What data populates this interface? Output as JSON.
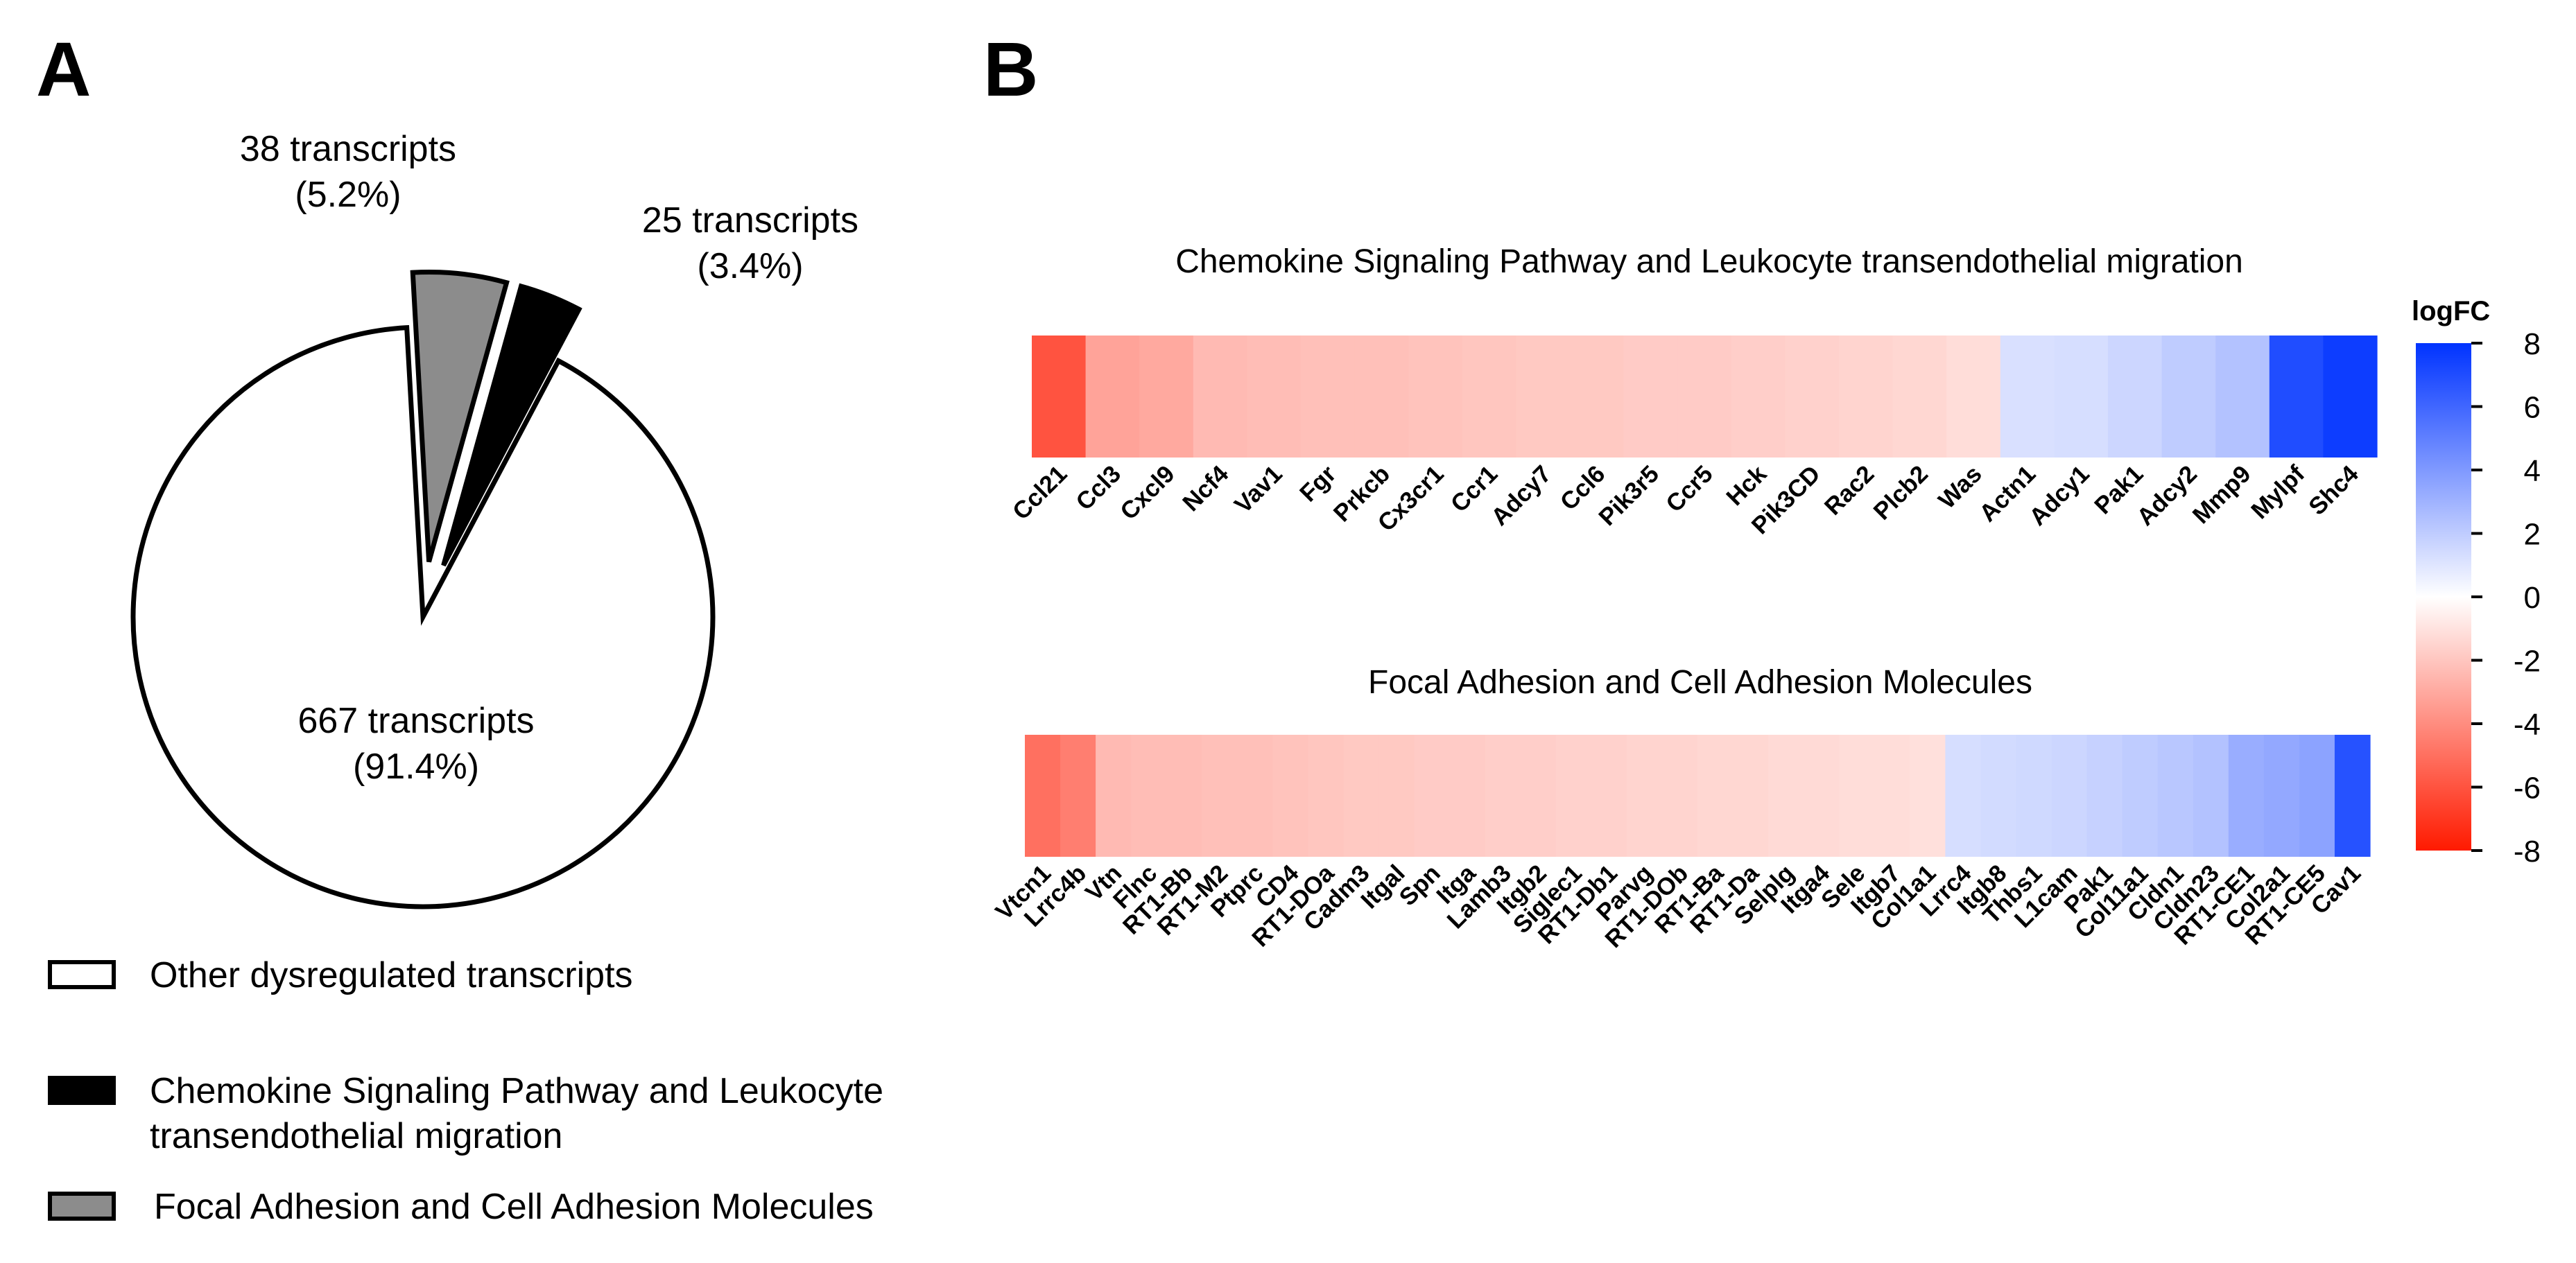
{
  "panel_a_letter": "A",
  "panel_b_letter": "B",
  "legend": {
    "items": [
      {
        "label": "Other dysregulated transcripts",
        "fill": "#ffffff"
      },
      {
        "label": "Chemokine Signaling Pathway and Leukocyte",
        "label2": "transendothelial migration",
        "fill": "#000000"
      },
      {
        "label": "Focal Adhesion and Cell Adhesion Molecules",
        "fill": "#8c8c8c"
      }
    ]
  },
  "chart_data": [
    {
      "type": "pie",
      "slices": [
        {
          "count": 667,
          "percent": 91.4,
          "fill": "#ffffff",
          "label_count": "667 transcripts",
          "label_pct": "(91.4%)"
        },
        {
          "count": 38,
          "percent": 5.2,
          "fill": "#8c8c8c",
          "label_count": "38 transcripts",
          "label_pct": "(5.2%)"
        },
        {
          "count": 25,
          "percent": 3.4,
          "fill": "#000000",
          "label_count": "25 transcripts",
          "label_pct": "(3.4%)"
        }
      ]
    },
    {
      "type": "heatmap",
      "title": "Chemokine Signaling Pathway and Leukocyte transendothelial migration",
      "categories": [
        "Ccl21",
        "Ccl3",
        "Cxcl9",
        "Ncf4",
        "Vav1",
        "Fgr",
        "Prkcb",
        "Cx3cr1",
        "Ccr1",
        "Adcy7",
        "Ccl6",
        "Pik3r5",
        "Ccr5",
        "Hck",
        "Pik3CD",
        "Rac2",
        "Plcb2",
        "Was",
        "Actn1",
        "Adcy1",
        "Pak1",
        "Adcy2",
        "Mmp9",
        "Mylpf",
        "Shc4"
      ],
      "values": [
        -6.0,
        -3.2,
        -3.0,
        -2.4,
        -2.3,
        -2.2,
        -2.2,
        -2.1,
        -2.0,
        -1.9,
        -1.9,
        -1.8,
        -1.8,
        -1.7,
        -1.6,
        -1.5,
        -1.4,
        -1.2,
        1.2,
        1.3,
        1.6,
        2.0,
        2.4,
        7.0,
        7.6
      ]
    },
    {
      "type": "heatmap",
      "title": "Focal Adhesion and Cell Adhesion Molecules",
      "categories": [
        "Vtcn1",
        "Lrrc4b",
        "Vtn",
        "Flnc",
        "RT1-Bb",
        "RT1-M2",
        "Ptprc",
        "CD4",
        "RT1-DOa",
        "Cadm3",
        "Itgal",
        "Spn",
        "Itga",
        "Lamb3",
        "Itgb2",
        "Siglec1",
        "RT1-Db1",
        "Parvg",
        "RT1-DOb",
        "RT1-Ba",
        "RT1-Da",
        "Selplg",
        "Itga4",
        "Sele",
        "Itgb7",
        "Col1a1",
        "Lrrc4",
        "Itgb8",
        "Thbs1",
        "L1cam",
        "Pak1",
        "Col11a1",
        "Cldn1",
        "Cldn23",
        "RT1-CE1",
        "Col2a1",
        "RT1-CE5",
        "Cav1"
      ],
      "values": [
        -5.0,
        -4.5,
        -2.4,
        -2.3,
        -2.3,
        -2.2,
        -2.2,
        -2.1,
        -2.0,
        -1.9,
        -1.9,
        -1.8,
        -1.8,
        -1.7,
        -1.7,
        -1.6,
        -1.6,
        -1.5,
        -1.5,
        -1.4,
        -1.4,
        -1.3,
        -1.3,
        -1.2,
        -1.2,
        -1.1,
        1.3,
        1.4,
        1.5,
        1.6,
        1.8,
        2.0,
        2.2,
        2.4,
        3.2,
        3.4,
        3.6,
        6.8
      ]
    },
    {
      "type": "colorbar",
      "title": "logFC",
      "ylim": [
        -8,
        8
      ],
      "ticks": [
        "8",
        "6",
        "4",
        "2",
        "0",
        "-2",
        "-4",
        "-6",
        "-8"
      ],
      "tick_values": [
        8,
        6,
        4,
        2,
        0,
        -2,
        -4,
        -6,
        -8
      ],
      "colors": {
        "low": "#ff1a00",
        "mid": "#ffffff",
        "high": "#0033ff"
      }
    }
  ]
}
